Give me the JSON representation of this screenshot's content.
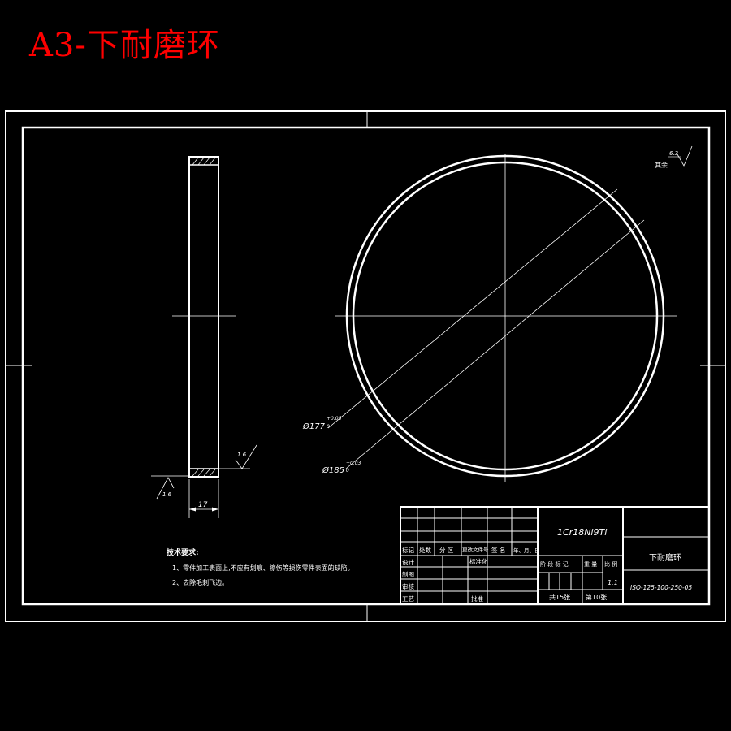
{
  "title": "A3-下耐磨环",
  "dimensions": {
    "d177": "Ø177",
    "d177_tol_upper": "+0.05",
    "d177_tol_lower": "0",
    "d185": "Ø185",
    "d185_tol_upper": "+0.03",
    "d185_tol_lower": "0",
    "thickness": "17"
  },
  "roughness": {
    "rest_label": "其余",
    "rest_value": "6.3",
    "face_value": "1.6",
    "base_value": "1.6"
  },
  "tech_requirements": {
    "heading": "技术要求:",
    "item1": "1、零件加工表面上,不应有划痕、擦伤等损伤零件表面的缺陷。",
    "item2": "2、去除毛刺飞边。"
  },
  "title_block": {
    "material": "1Cr18Ni9Ti",
    "part_name": "下耐磨环",
    "drawing_no": "ISO-125-100-250-05",
    "scale": "1:1",
    "total_sheets": "共15张",
    "sheet_no": "第10张",
    "h_mark": "标记",
    "h_count": "处数",
    "h_zone": "分 区",
    "h_docno": "更改文件号",
    "h_sign": "签 名",
    "h_date": "年、月、日",
    "r_design": "设计",
    "r_standard": "标准化",
    "r_draw": "制图",
    "r_review": "审核",
    "r_process": "工艺",
    "r_approve": "批准",
    "h_stage": "阶 段 标 记",
    "h_weight": "重 量",
    "h_scale": "比 例"
  }
}
